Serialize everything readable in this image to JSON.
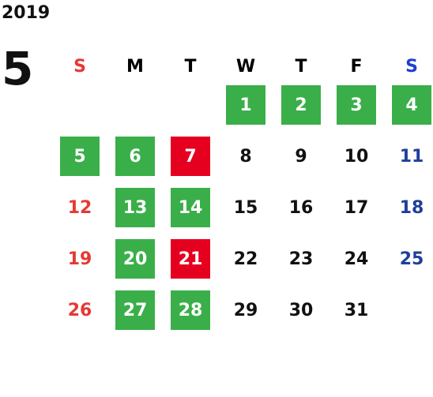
{
  "year": "2019",
  "month": "5",
  "weekdays": [
    "S",
    "M",
    "T",
    "W",
    "T",
    "F",
    "S"
  ],
  "colors": {
    "highlight_green": "#3aaf49",
    "highlight_red": "#e60020",
    "sunday_text": "#e53935",
    "saturday_text": "#1f3f9a",
    "default_text": "#111111",
    "highlight_text": "#ffffff"
  },
  "days": [
    {
      "day": "",
      "style": "empty"
    },
    {
      "day": "",
      "style": "empty"
    },
    {
      "day": "",
      "style": "empty"
    },
    {
      "day": "1",
      "style": "green"
    },
    {
      "day": "2",
      "style": "green"
    },
    {
      "day": "3",
      "style": "green"
    },
    {
      "day": "4",
      "style": "green"
    },
    {
      "day": "5",
      "style": "green"
    },
    {
      "day": "6",
      "style": "green"
    },
    {
      "day": "7",
      "style": "red"
    },
    {
      "day": "8",
      "style": "normal"
    },
    {
      "day": "9",
      "style": "normal"
    },
    {
      "day": "10",
      "style": "normal"
    },
    {
      "day": "11",
      "style": "sat"
    },
    {
      "day": "12",
      "style": "sun"
    },
    {
      "day": "13",
      "style": "green"
    },
    {
      "day": "14",
      "style": "green"
    },
    {
      "day": "15",
      "style": "normal"
    },
    {
      "day": "16",
      "style": "normal"
    },
    {
      "day": "17",
      "style": "normal"
    },
    {
      "day": "18",
      "style": "sat"
    },
    {
      "day": "19",
      "style": "sun"
    },
    {
      "day": "20",
      "style": "green"
    },
    {
      "day": "21",
      "style": "red"
    },
    {
      "day": "22",
      "style": "normal"
    },
    {
      "day": "23",
      "style": "normal"
    },
    {
      "day": "24",
      "style": "normal"
    },
    {
      "day": "25",
      "style": "sat"
    },
    {
      "day": "26",
      "style": "sun"
    },
    {
      "day": "27",
      "style": "green"
    },
    {
      "day": "28",
      "style": "green"
    },
    {
      "day": "29",
      "style": "normal"
    },
    {
      "day": "30",
      "style": "normal"
    },
    {
      "day": "31",
      "style": "normal"
    }
  ]
}
